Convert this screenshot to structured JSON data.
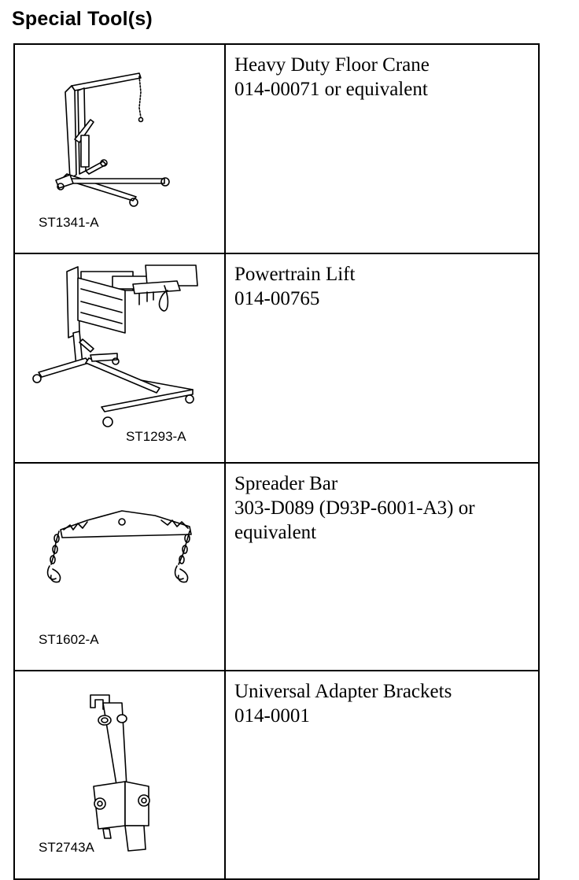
{
  "page": {
    "title": "Special Tool(s)"
  },
  "tools": [
    {
      "name": "Heavy Duty Floor Crane",
      "part": "014-00071 or equivalent",
      "illustration_code": "ST1341-A",
      "icon": "floor-crane-icon"
    },
    {
      "name": "Powertrain Lift",
      "part": "014-00765",
      "illustration_code": "ST1293-A",
      "icon": "powertrain-lift-icon"
    },
    {
      "name": "Spreader Bar",
      "part": "303-D089 (D93P-6001-A3) or",
      "part_cont": "equivalent",
      "illustration_code": "ST1602-A",
      "icon": "spreader-bar-icon"
    },
    {
      "name": "Universal Adapter Brackets",
      "part": "014-0001",
      "illustration_code": "ST2743A",
      "icon": "adapter-bracket-icon"
    }
  ]
}
